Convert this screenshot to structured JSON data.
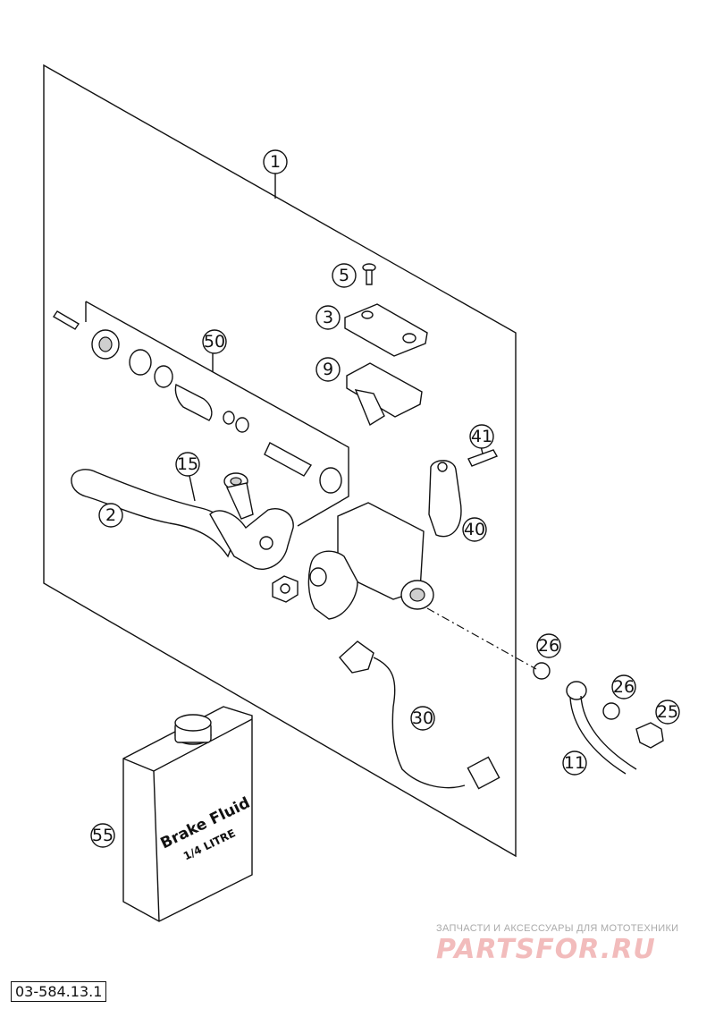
{
  "drawing_number": "03-584.13.1",
  "watermark": {
    "tagline": "ЗАПЧАСТИ И АКСЕССУАРЫ ДЛЯ МОТОТЕХНИКИ",
    "logo": "PARTSFOR.RU"
  },
  "can_label": {
    "line1": "Brake Fluid",
    "line2": "1/4 LITRE"
  },
  "callouts": [
    "1",
    "2",
    "3",
    "5",
    "9",
    "11",
    "15",
    "25",
    "26",
    "26",
    "30",
    "40",
    "41",
    "50",
    "55"
  ]
}
